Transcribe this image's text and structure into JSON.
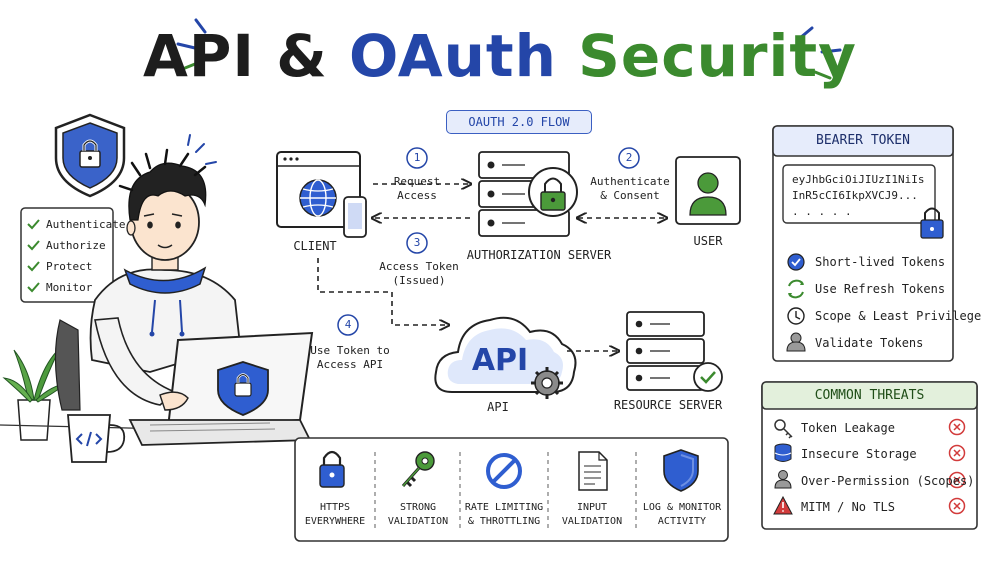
{
  "title": {
    "part1": "API &",
    "part2": "OAuth",
    "part3": "Security"
  },
  "flow_label": "OAUTH 2.0 FLOW",
  "checklist": [
    "Authenticate",
    "Authorize",
    "Protect",
    "Monitor"
  ],
  "nodes": {
    "client": "CLIENT",
    "auth_server": "AUTHORIZATION SERVER",
    "user": "USER",
    "api_cloud": "API",
    "api": "API",
    "resource_server": "RESOURCE SERVER"
  },
  "steps": [
    {
      "num": "1",
      "text": [
        "Request",
        "Access"
      ]
    },
    {
      "num": "2",
      "text": [
        "Authenticate",
        "& Consent"
      ]
    },
    {
      "num": "3",
      "text": [
        "Access Token",
        "(Issued)"
      ]
    },
    {
      "num": "4",
      "text": [
        "Use Token to",
        "Access API"
      ]
    }
  ],
  "bearer": {
    "title": "BEARER TOKEN",
    "token_lines": [
      "eyJhbGciOiJIUzI1NiIs",
      "InR5cCI6IkpXVCJ9...",
      ". . . . ."
    ],
    "items": [
      {
        "label": "Short-lived Tokens",
        "icon": "check-circle-icon"
      },
      {
        "label": "Use Refresh Tokens",
        "icon": "refresh-icon"
      },
      {
        "label": "Scope & Least Privilege",
        "icon": "clock-icon"
      },
      {
        "label": "Validate Tokens",
        "icon": "person-icon"
      }
    ]
  },
  "threats": {
    "title": "COMMON THREATS",
    "items": [
      {
        "label": "Token Leakage",
        "icon": "key-icon"
      },
      {
        "label": "Insecure Storage",
        "icon": "database-icon"
      },
      {
        "label": "Over-Permission (Scopes)",
        "icon": "person-icon"
      },
      {
        "label": "MITM / No TLS",
        "icon": "warning-icon"
      }
    ]
  },
  "practices": [
    {
      "lines": [
        "HTTPS",
        "EVERYWHERE"
      ],
      "icon": "lock-icon"
    },
    {
      "lines": [
        "STRONG",
        "VALIDATION"
      ],
      "icon": "key-icon"
    },
    {
      "lines": [
        "RATE LIMITING",
        "& THROTTLING"
      ],
      "icon": "no-entry-icon"
    },
    {
      "lines": [
        "INPUT",
        "VALIDATION"
      ],
      "icon": "document-icon"
    },
    {
      "lines": [
        "LOG & MONITOR",
        "ACTIVITY"
      ],
      "icon": "shield-icon"
    }
  ],
  "colors": {
    "blue": "#2446a8",
    "green": "#3b8a2e",
    "red": "#d23b3b"
  }
}
